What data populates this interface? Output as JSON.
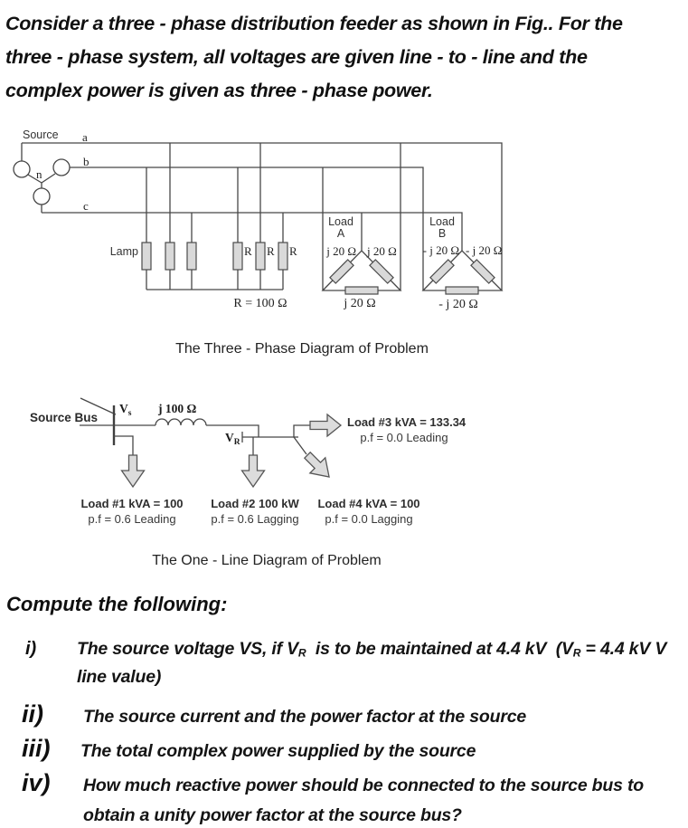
{
  "header": {
    "lines": [
      "Consider a three - phase distribution feeder as shown in Fig.. For the",
      "three - phase system, all voltages are given line - to - line and the",
      "complex power is given as three - phase power."
    ]
  },
  "three_phase": {
    "source_label": "Source",
    "neutral": "n",
    "phase_a": "a",
    "phase_b": "b",
    "phase_c": "c",
    "lamp_label": "Lamp",
    "r1": "R",
    "r2": "R",
    "r3": "R",
    "r_value": "R = 100 Ω",
    "load_a": {
      "name": "Load",
      "letter": "A",
      "left": "j 20 Ω",
      "right": "j 20 Ω",
      "bottom": "j 20 Ω"
    },
    "load_b": {
      "name": "Load",
      "letter": "B",
      "left": "- j 20 Ω",
      "right": "- j 20 Ω",
      "bottom": "- j 20 Ω"
    },
    "caption": "The Three - Phase Diagram of Problem"
  },
  "one_line": {
    "source_bus": "Source Bus",
    "vs_main": "V",
    "vs_sub": "s",
    "vr_main": "V",
    "vr_sub": "R",
    "impedance": "j 100 Ω",
    "load1": {
      "l1": "Load #1 kVA = 100",
      "l2": "p.f = 0.6 Leading"
    },
    "load2": {
      "l1": "Load #2 100 kW",
      "l2": "p.f = 0.6 Lagging"
    },
    "load3": {
      "l1": "Load #3 kVA = 133.34",
      "l2": "p.f = 0.0 Leading"
    },
    "load4": {
      "l1": "Load #4 kVA = 100",
      "l2": "p.f = 0.0 Lagging"
    },
    "caption": "The One - Line Diagram of Problem"
  },
  "questions": {
    "heading": "Compute the following:",
    "i_marker": "i)",
    "i_p1": "The source voltage VS, if V",
    "i_sub1": "R",
    "i_p2": "  is to be maintained at 4.4 kV  (V",
    "i_sub2": "R",
    "i_p3": " = 4.4 kV V",
    "i_line2": "line value)",
    "ii_marker": "ii)",
    "ii_text": "The source current and the power factor at the source",
    "iii_marker": "iii)",
    "iii_text": "The total complex power supplied by the source",
    "iv_marker": "iv)",
    "iv_line1": "How much reactive power should be connected to the source bus to",
    "iv_line2": "obtain a unity power factor at the source bus?"
  }
}
